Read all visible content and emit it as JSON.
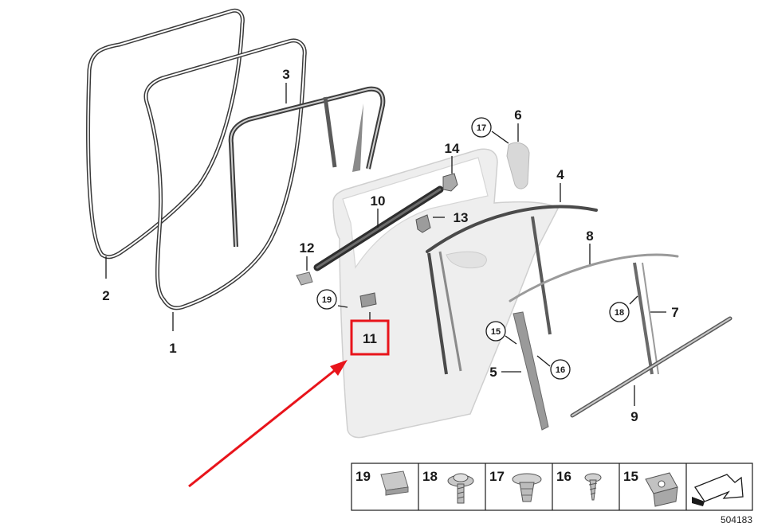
{
  "diagram": {
    "callouts": [
      {
        "id": "part-1",
        "label": "1"
      },
      {
        "id": "part-2",
        "label": "2"
      },
      {
        "id": "part-3",
        "label": "3"
      },
      {
        "id": "part-4",
        "label": "4"
      },
      {
        "id": "part-5",
        "label": "5"
      },
      {
        "id": "part-6",
        "label": "6"
      },
      {
        "id": "part-7",
        "label": "7"
      },
      {
        "id": "part-8",
        "label": "8"
      },
      {
        "id": "part-9",
        "label": "9"
      },
      {
        "id": "part-10",
        "label": "10"
      },
      {
        "id": "part-11",
        "label": "11"
      },
      {
        "id": "part-12",
        "label": "12"
      },
      {
        "id": "part-13",
        "label": "13"
      },
      {
        "id": "part-14",
        "label": "14"
      }
    ],
    "circled_callouts": [
      {
        "id": "circ-17",
        "label": "17"
      },
      {
        "id": "circ-19",
        "label": "19"
      },
      {
        "id": "circ-15",
        "label": "15"
      },
      {
        "id": "circ-16",
        "label": "16"
      },
      {
        "id": "circ-18",
        "label": "18"
      }
    ],
    "highlighted_part": "11",
    "highlight_color": "#e8141b",
    "arrow_color": "#e8141b",
    "fasteners_table": [
      {
        "label": "19",
        "icon": "clip-nut-icon"
      },
      {
        "label": "18",
        "icon": "screw-washer-icon"
      },
      {
        "label": "17",
        "icon": "expanding-rivet-icon"
      },
      {
        "label": "16",
        "icon": "self-tapping-screw-icon"
      },
      {
        "label": "15",
        "icon": "spring-nut-icon"
      }
    ],
    "table_end_icon": "arrow-marker-icon",
    "document_number": "504183"
  }
}
